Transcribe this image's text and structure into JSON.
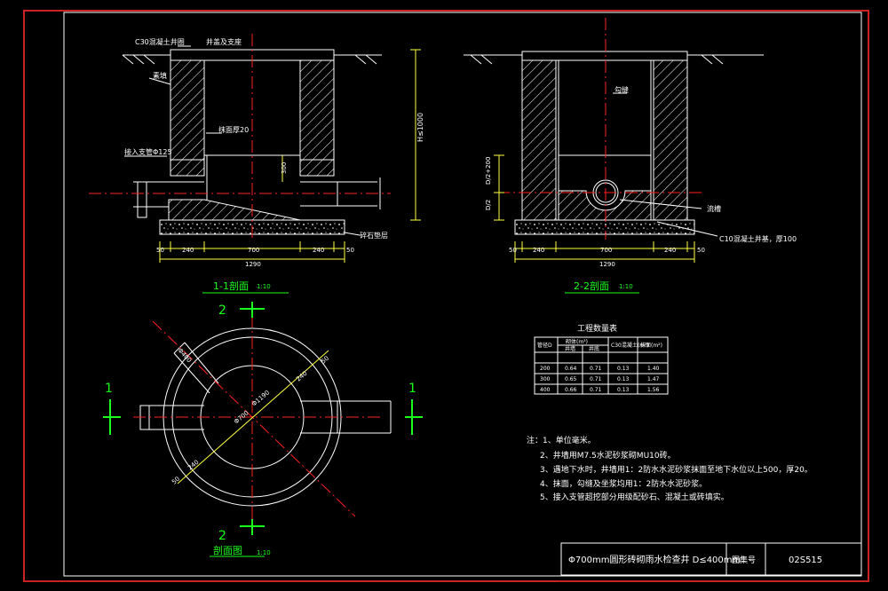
{
  "colors": {
    "background": "#000000",
    "line": "#ffffff",
    "accent_green": "#19ff19",
    "center_red": "#ff2020",
    "dim_yellow": "#ffff40",
    "frame_red": "#cc2222"
  },
  "section_1_1": {
    "title": "1-1剖面",
    "scale": "1:10",
    "labels": {
      "concrete_well_ring": "C30混凝土井圈",
      "cover": "井盖及支座",
      "backfill": "素填",
      "plaster": "抹面厚20",
      "drainage_pipe": "接入支管Φ125",
      "base_tamp": "碎石垫层"
    },
    "dims": {
      "total_width": "1290",
      "wall_left": "240",
      "inner": "700",
      "wall_right": "240",
      "edge_left": "50",
      "edge_right": "50",
      "pipe_drop": "300",
      "height": "H≤1000"
    }
  },
  "section_2_2": {
    "title": "2-2剖面",
    "scale": "1:10",
    "labels": {
      "ladder": "勾缝",
      "outlet": "流槽",
      "base": "C10混凝土井基，厚100"
    },
    "dims": {
      "total_width": "1290",
      "wall_left": "240",
      "inner": "700",
      "wall_right": "240",
      "edge_left": "50",
      "edge_right": "50",
      "depth_a": "D/2+200",
      "depth_b": "D/2"
    }
  },
  "plan": {
    "title": "剖面图",
    "scale": "1:10",
    "marks": {
      "section_1": "1",
      "section_2": "2"
    },
    "dims": {
      "d700": "Φ700",
      "d1190": "Φ1190",
      "r240": "240",
      "r50": "50",
      "r240b": "240",
      "r50b": "50",
      "d400": "Φ400"
    }
  },
  "quantity_table": {
    "title": "工程数量表",
    "headers": [
      "管径D",
      "砌体(m³)",
      "C30混凝土(m³)",
      "抹面(m²)"
    ],
    "subheaders": [
      "",
      "井墙",
      "井底",
      "",
      ""
    ],
    "rows": [
      [
        "200",
        "0.64",
        "0.71",
        "0.13",
        "1.40"
      ],
      [
        "300",
        "0.65",
        "0.71",
        "0.13",
        "1.47"
      ],
      [
        "400",
        "0.66",
        "0.71",
        "0.13",
        "1.56"
      ]
    ]
  },
  "notes": {
    "lines": [
      "注：1、单位毫米。",
      "2、井墙用M7.5水泥砂浆砌MU10砖。",
      "3、遇地下水时，井墙用1：2防水水泥砂浆抹面至地下水位以上500，厚20。",
      "4、抹面，勾缝及坐浆均用1：2防水水泥砂浆。",
      "5、接入支管超挖部分用级配砂石、混凝土或砖填实。"
    ]
  },
  "title_block": {
    "drawing_title": "Φ700mm圆形砖砌雨水检查井 D≤400mm",
    "atlas_label": "图集号",
    "atlas_number": "02S515"
  }
}
